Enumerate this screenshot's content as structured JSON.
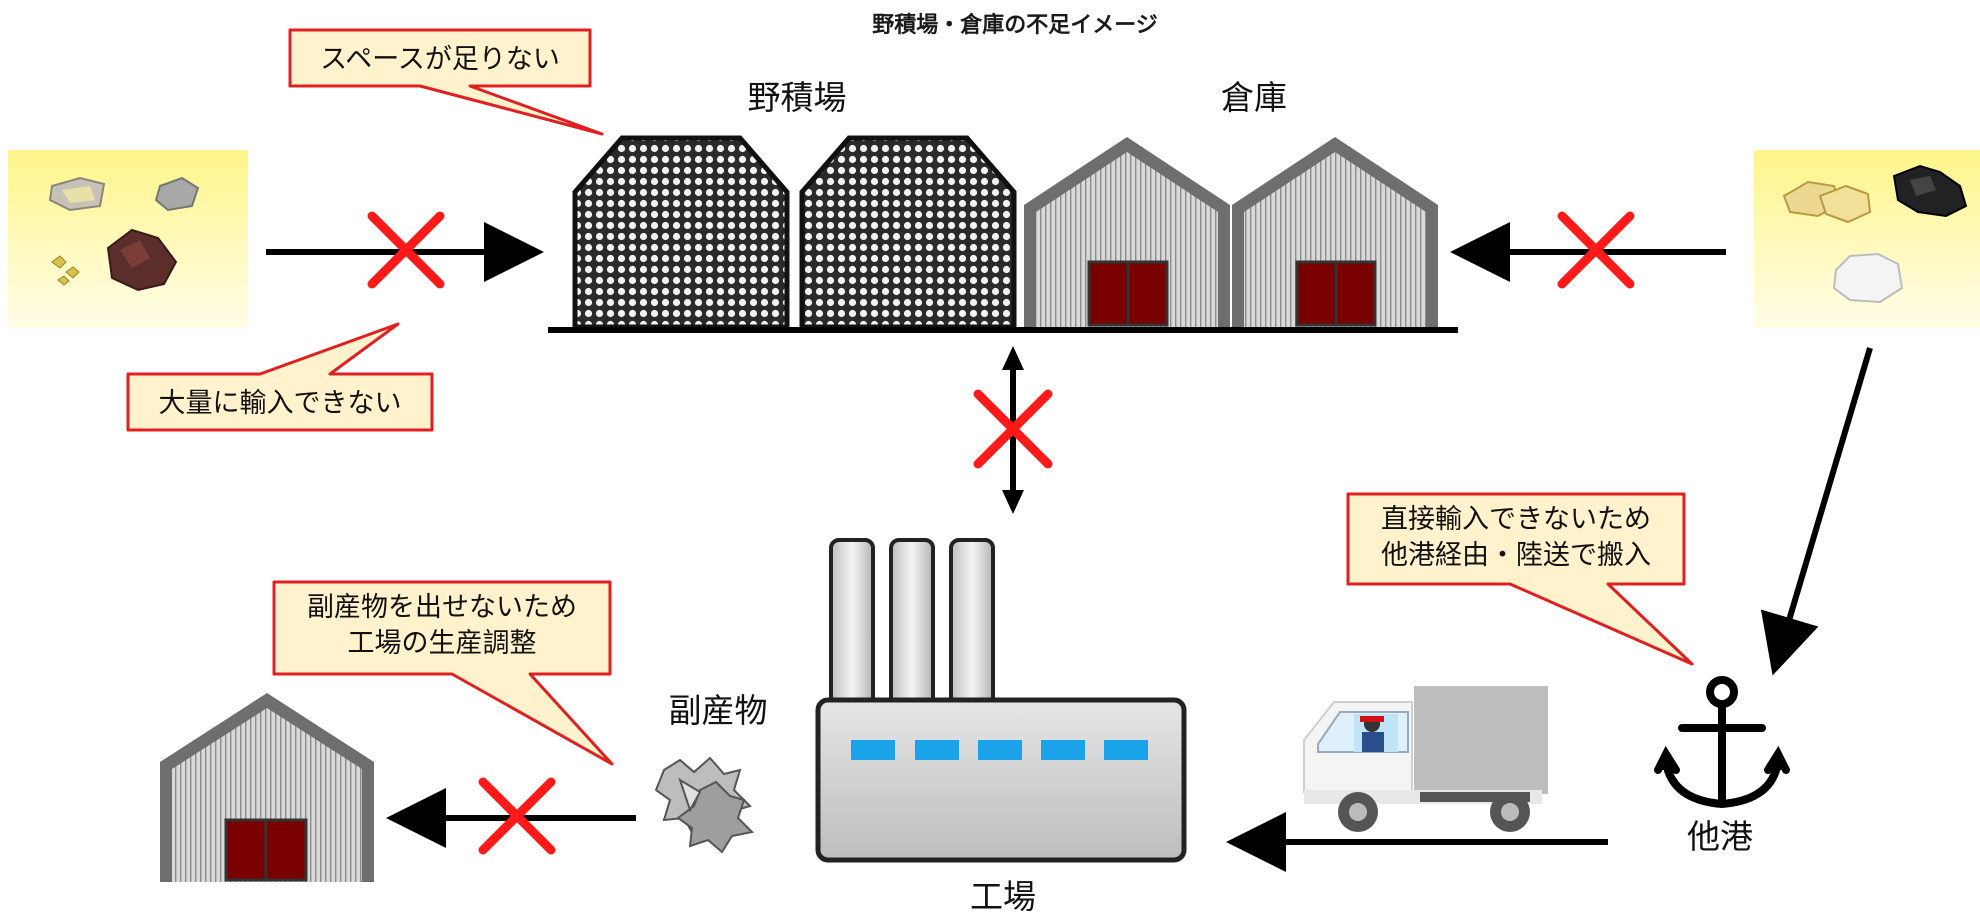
{
  "title": "野積場・倉庫の不足イメージ",
  "labels": {
    "open_yard": "野積場",
    "warehouse": "倉庫",
    "factory": "工場",
    "byproduct": "副産物",
    "other_port": "他港"
  },
  "callouts": {
    "no_space": "スペースが足りない",
    "cannot_import_bulk": "大量に輸入できない",
    "byproduct_line1": "副産物を出せないため",
    "byproduct_line2": "工場の生産調整",
    "other_port_line1": "直接輸入できないため",
    "other_port_line2": "他港経由・陸送で搬入"
  },
  "colors": {
    "callout_fill": "#fff2cc",
    "callout_border": "#e02020",
    "cross": "#ff1a1a",
    "door": "#7a0000",
    "window": "#1aa3e8",
    "cargo_panel": "#fff8b0"
  },
  "icons": [
    "anchor-icon",
    "truck-icon",
    "factory-icon",
    "warehouse-icon",
    "open-yard-icon",
    "ore-icon",
    "scrap-icon"
  ]
}
